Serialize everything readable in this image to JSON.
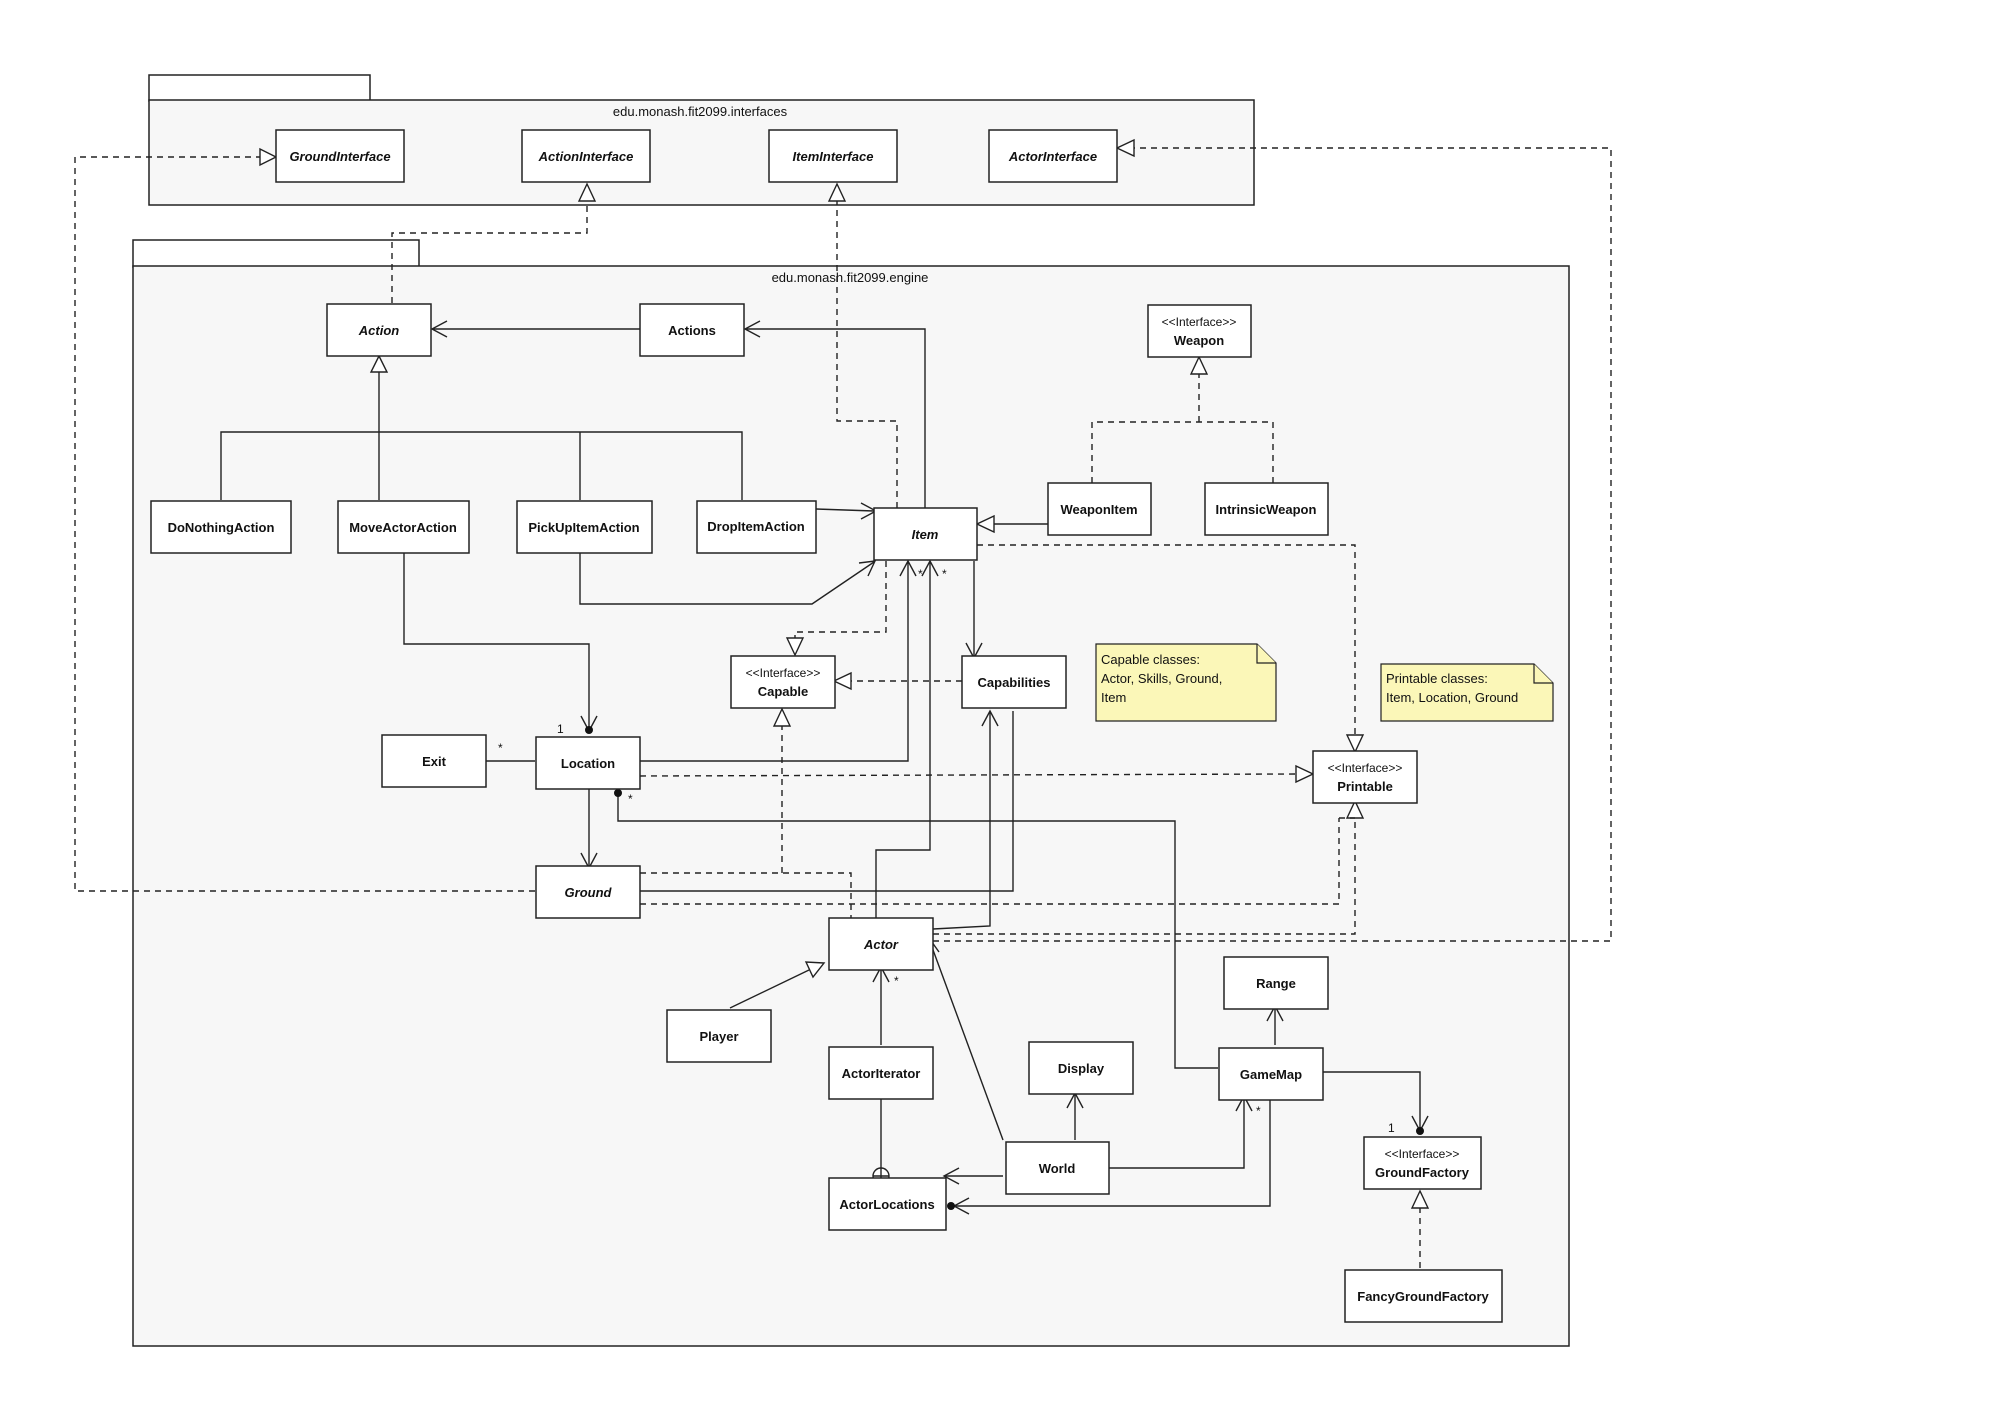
{
  "packages": {
    "interfaces": {
      "label": "edu.monash.fit2099.interfaces"
    },
    "engine": {
      "label": "edu.monash.fit2099.engine"
    }
  },
  "classes": {
    "ground_interface": {
      "name": "GroundInterface"
    },
    "action_interface": {
      "name": "ActionInterface"
    },
    "item_interface": {
      "name": "ItemInterface"
    },
    "actor_interface": {
      "name": "ActorInterface"
    },
    "action": {
      "name": "Action"
    },
    "actions": {
      "name": "Actions"
    },
    "weapon": {
      "stereotype": "<<Interface>>",
      "name": "Weapon"
    },
    "do_nothing_action": {
      "name": "DoNothingAction"
    },
    "move_actor_action": {
      "name": "MoveActorAction"
    },
    "pick_up_item_action": {
      "name": "PickUpItemAction"
    },
    "drop_item_action": {
      "name": "DropItemAction"
    },
    "item": {
      "name": "Item"
    },
    "weapon_item": {
      "name": "WeaponItem"
    },
    "intrinsic_weapon": {
      "name": "IntrinsicWeapon"
    },
    "capable": {
      "stereotype": "<<Interface>>",
      "name": "Capable"
    },
    "capabilities": {
      "name": "Capabilities"
    },
    "exit": {
      "name": "Exit"
    },
    "location": {
      "name": "Location"
    },
    "printable": {
      "stereotype": "<<Interface>>",
      "name": "Printable"
    },
    "ground": {
      "name": "Ground"
    },
    "actor": {
      "name": "Actor"
    },
    "range": {
      "name": "Range"
    },
    "player": {
      "name": "Player"
    },
    "actor_iterator": {
      "name": "ActorIterator"
    },
    "display": {
      "name": "Display"
    },
    "game_map": {
      "name": "GameMap"
    },
    "world": {
      "name": "World"
    },
    "ground_factory": {
      "stereotype": "<<Interface>>",
      "name": "GroundFactory"
    },
    "actor_locations": {
      "name": "ActorLocations"
    },
    "fancy_ground_factory": {
      "name": "FancyGroundFactory"
    }
  },
  "notes": {
    "capable_note": {
      "lines": [
        "Capable classes:",
        "Actor, Skills, Ground,",
        "Item"
      ]
    },
    "printable_note": {
      "lines": [
        "Printable classes:",
        "Item, Location, Ground"
      ]
    }
  },
  "multiplicities": {
    "exit_location": "*",
    "location_one": "1",
    "location_star": "*",
    "item_star_a": "*",
    "item_star_b": "*",
    "actor_iterator_star": "*",
    "gamemap_star": "*",
    "ground_factory_one": "1"
  }
}
